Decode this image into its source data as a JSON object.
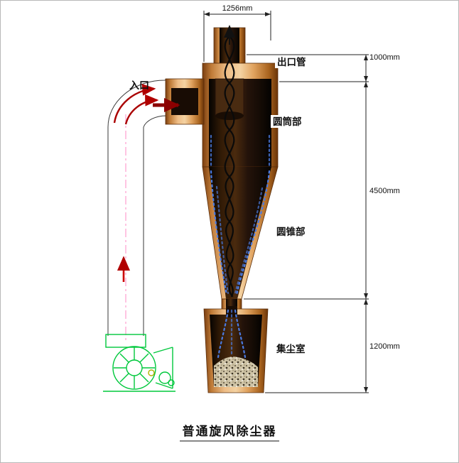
{
  "title": "普通旋风除尘器",
  "parts": {
    "inlet": "入口",
    "outlet_pipe": "出口管",
    "cylinder_section": "圆筒部",
    "cone_section": "圆锥部",
    "dust_chamber": "集尘室"
  },
  "dimensions": {
    "top_width": "1256mm",
    "outlet_pipe_height": "1000mm",
    "body_height": "4500mm",
    "dust_chamber_height": "1200mm"
  },
  "colors": {
    "body_tan": "#d89a5e",
    "body_edge": "#5a2e0c",
    "interior_dark": "#1c0f05",
    "fan_green": "#00c83c",
    "flow_arrow_red": "#b00000",
    "particle_blue": "#4a7ae0",
    "centerline_pink": "#ff9ecf"
  }
}
